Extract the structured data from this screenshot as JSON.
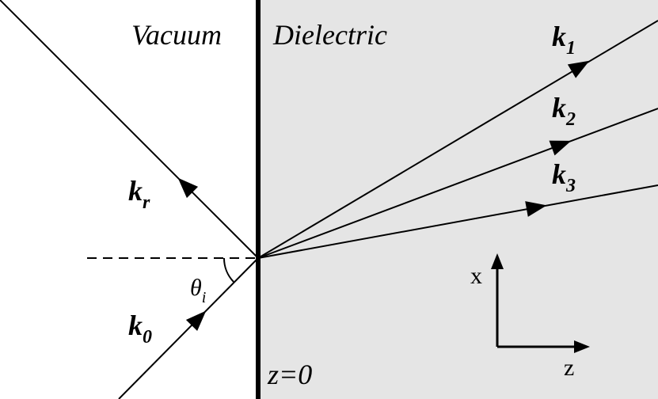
{
  "regions": {
    "left_label": "Vacuum",
    "right_label": "Dielectric",
    "right_fill": "#e5e5e5",
    "interface_label": "z=0"
  },
  "waves": {
    "incident": {
      "label": "k",
      "sub": "0"
    },
    "reflected": {
      "label": "k",
      "sub": "r"
    },
    "transmitted_1": {
      "label": "k",
      "sub": "1"
    },
    "transmitted_2": {
      "label": "k",
      "sub": "2"
    },
    "transmitted_3": {
      "label": "k",
      "sub": "3"
    }
  },
  "angle": {
    "label": "θ",
    "sub": "i"
  },
  "axes": {
    "vertical": "x",
    "horizontal": "z"
  }
}
